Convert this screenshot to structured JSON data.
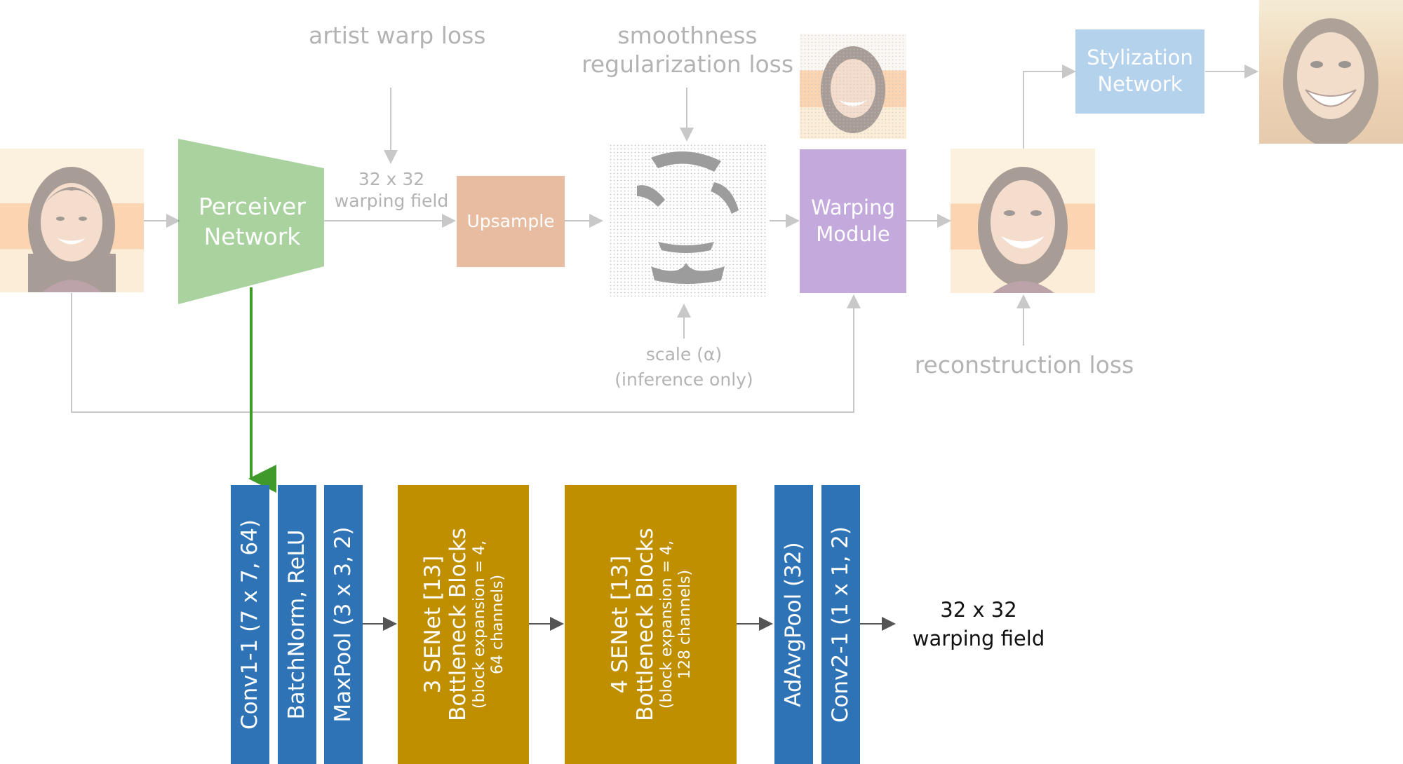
{
  "top": {
    "perceiver_label": "Perceiver Network",
    "artist_warp_loss": "artist warp loss",
    "warping_field_label": "32 x 32 warping field",
    "upsample_label": "Upsample",
    "smoothness_loss": "smoothness regularization loss",
    "scale_label": "scale (α)",
    "inference_only": "(inference only)",
    "warping_module_label": "Warping Module",
    "stylization_label": "Stylization Network",
    "reconstruction_loss": "reconstruction loss"
  },
  "bottom": {
    "conv1": "Conv1-1 (7 x 7, 64)",
    "batchnorm": "BatchNorm, ReLU",
    "maxpool": "MaxPool (3 x 3, 2)",
    "senet3_title": "3 SENet [13]",
    "senet3_sub": "Bottleneck Blocks",
    "senet3_detail1": "(block expansion = 4,",
    "senet3_detail2": "64 channels)",
    "senet4_title": "4 SENet [13]",
    "senet4_sub": "Bottleneck Blocks",
    "senet4_detail1": "(block expansion = 4,",
    "senet4_detail2": "128 channels)",
    "adavgpool": "AdAvgPool (32)",
    "conv2": "Conv2-1 (1 x 1, 2)",
    "output_line1": "32 x 32",
    "output_line2": "warping field"
  },
  "colors": {
    "perceiver": "#3f9a2a",
    "upsample": "#cc6a2c",
    "warping_module": "#7a3fb0",
    "stylization": "#5a9ad6",
    "conv_blue": "#2e73b5",
    "senet_gold": "#bf8f00",
    "arrow_gray": "#9a9a9a"
  }
}
